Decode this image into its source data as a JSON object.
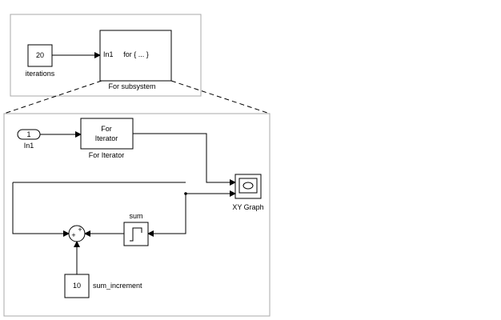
{
  "top_model": {
    "constant_block": {
      "value": "20",
      "label": "iterations"
    },
    "subsystem_block": {
      "port_label": "In1",
      "body_text": "for { ... }",
      "label": "For subsystem"
    }
  },
  "subsystem_detail": {
    "inport": {
      "number": "1",
      "label": "In1"
    },
    "for_iterator": {
      "line1": "For",
      "line2": "Iterator",
      "label": "For Iterator"
    },
    "xy_graph": {
      "label": "XY Graph"
    },
    "sum_block": {
      "plus_top": "+",
      "plus_left": "+"
    },
    "unit_delay": {
      "label": "sum"
    },
    "increment_constant": {
      "value": "10",
      "label": "sum_increment"
    }
  }
}
